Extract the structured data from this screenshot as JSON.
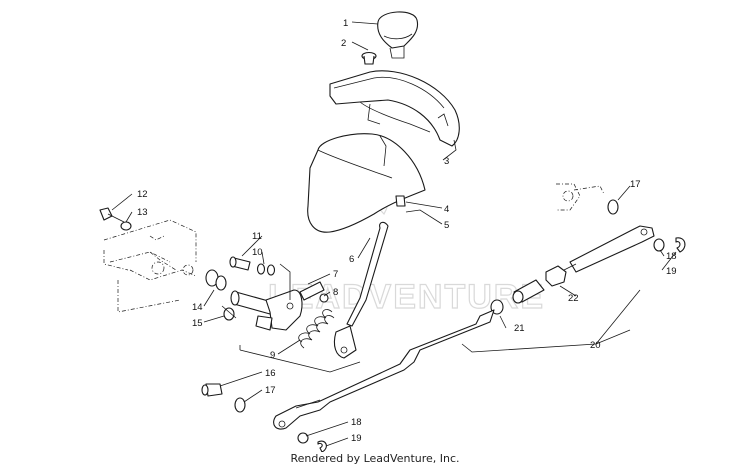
{
  "watermark": "LEADVENTURE",
  "footer": "Rendered by LeadVenture, Inc.",
  "callouts": [
    "1",
    "2",
    "3",
    "4",
    "5",
    "6",
    "7",
    "8",
    "9",
    "10",
    "11",
    "12",
    "13",
    "14",
    "15",
    "16",
    "17",
    "17",
    "18",
    "18",
    "19",
    "19",
    "20",
    "21",
    "22"
  ]
}
